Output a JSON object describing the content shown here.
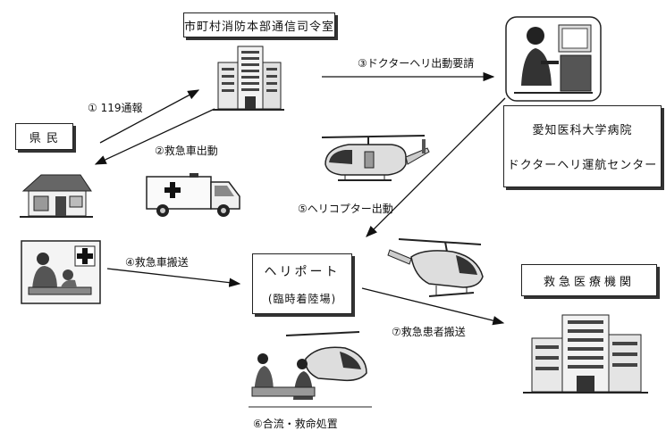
{
  "nodes": {
    "dispatch": "市町村消防本部通信司令室",
    "citizen": "県 民",
    "hospital_name": "愛知医科大学病院",
    "center_name": "ドクターヘリ運航センター",
    "heliport_title": "ヘリポート",
    "heliport_sub": "(臨時着陸場)",
    "er": "救急医療機関"
  },
  "steps": {
    "s1": "① 119通報",
    "s2": "②救急車出動",
    "s3": "③ドクターヘリ出動要請",
    "s4": "④救急車搬送",
    "s5": "⑤ヘリコプター出動",
    "s6": "⑥合流・救命処置",
    "s7": "⑦救急患者搬送"
  }
}
